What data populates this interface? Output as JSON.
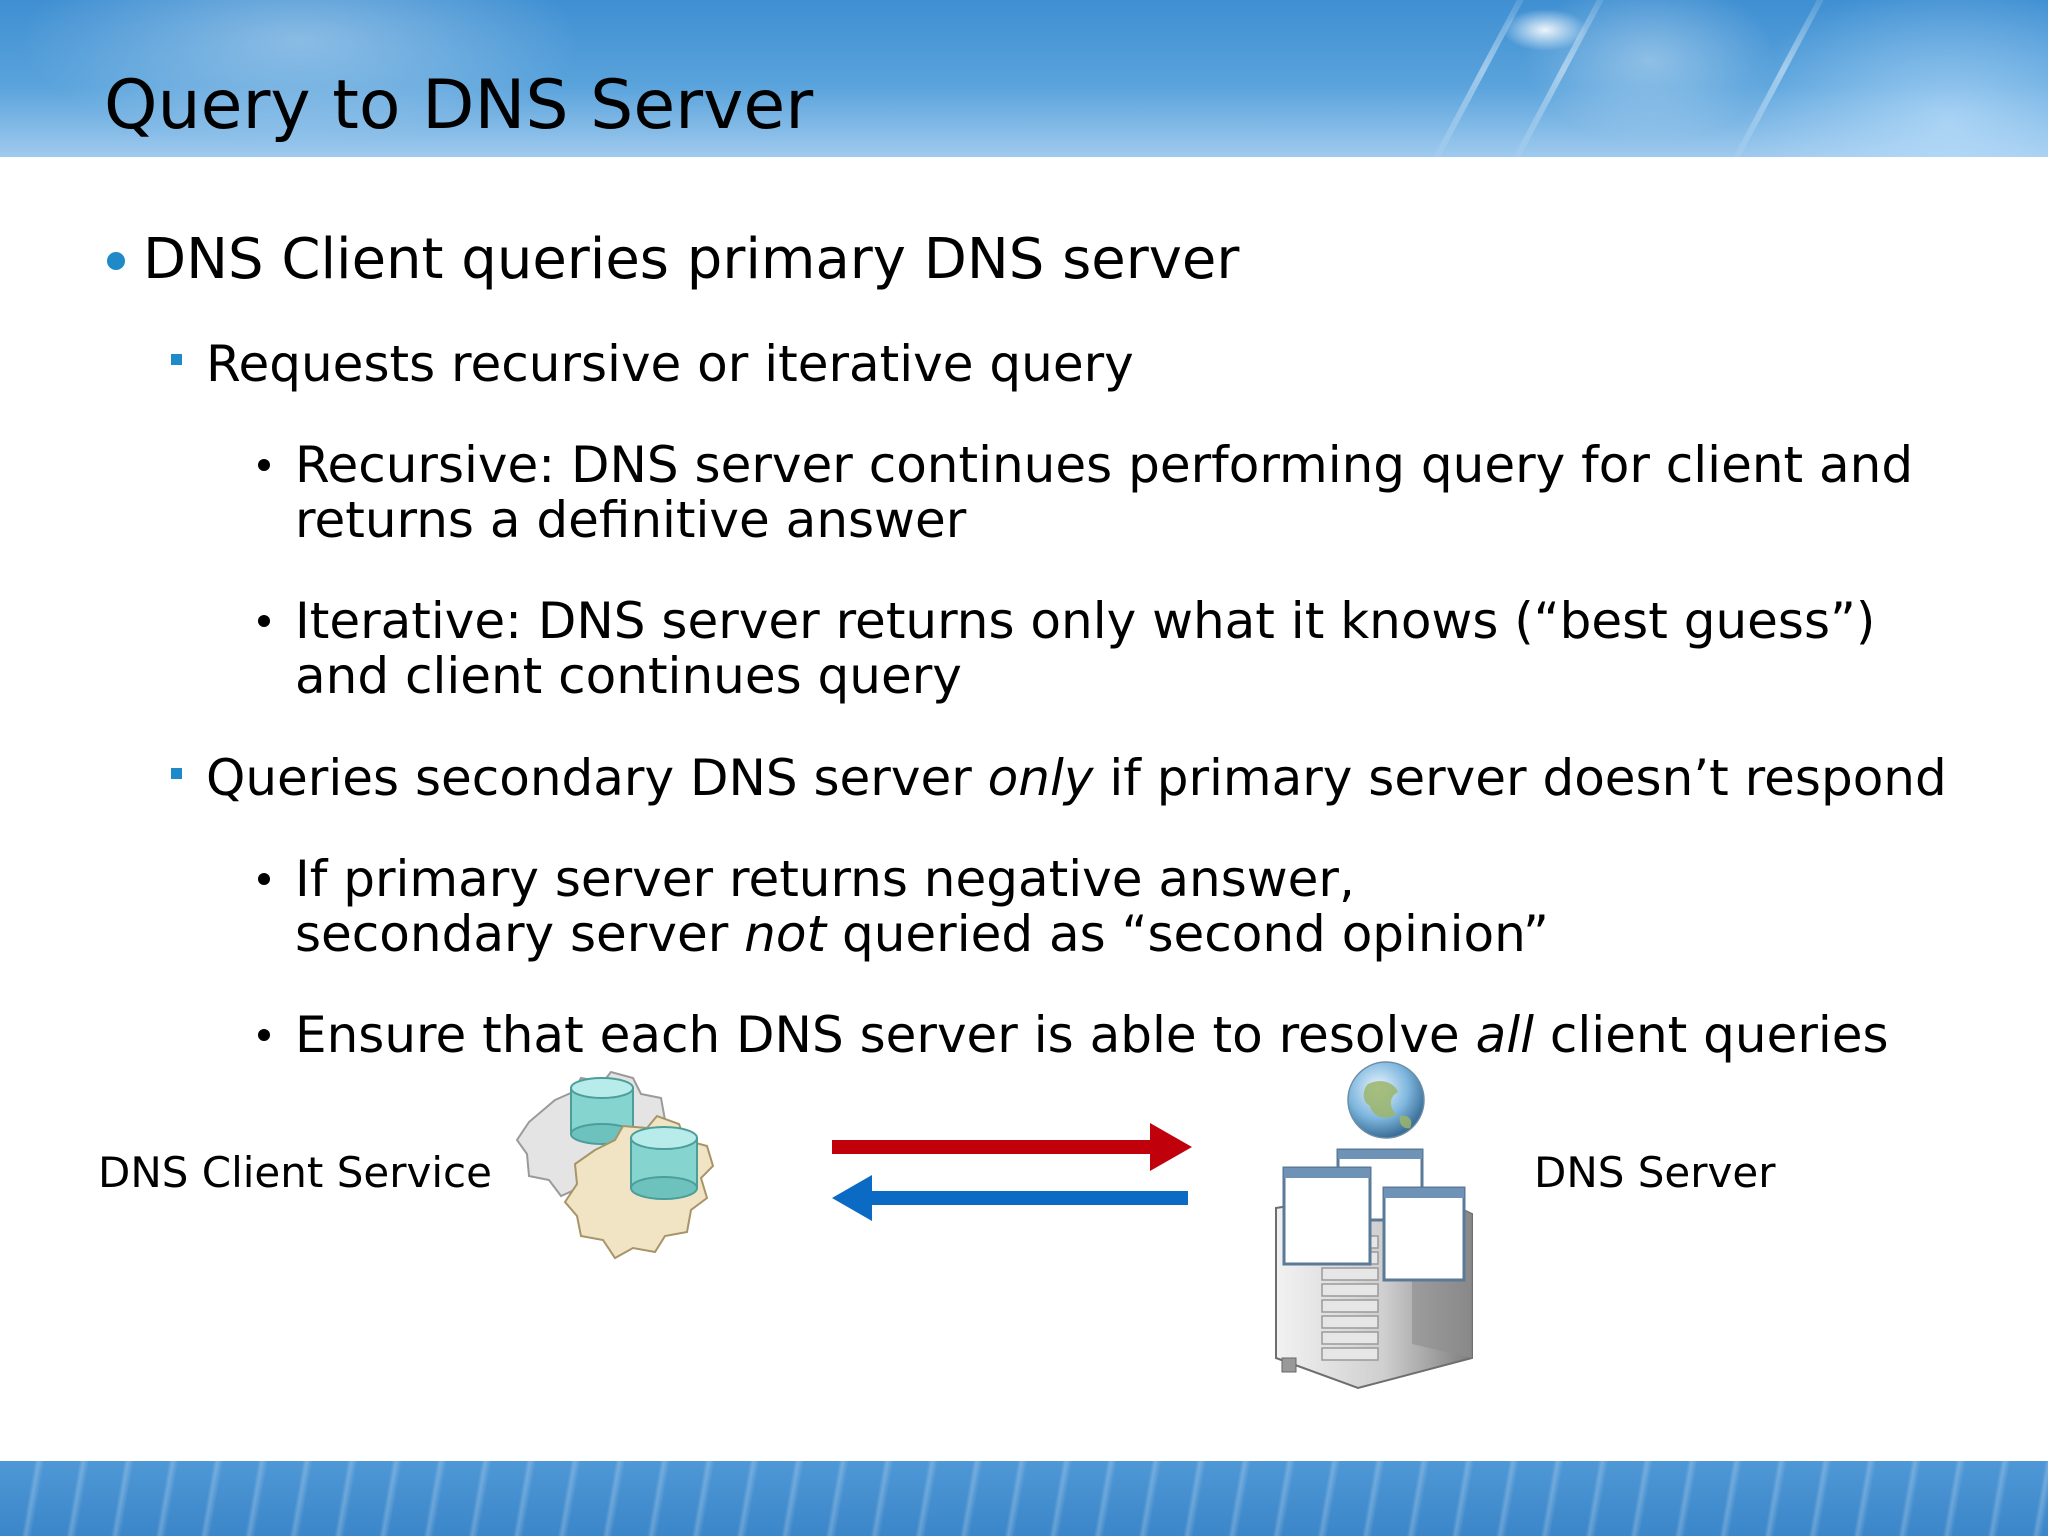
{
  "slide": {
    "title": "Query to DNS Server",
    "bullets": {
      "b1": "DNS Client queries primary DNS server",
      "b1_1": "Requests recursive or iterative query",
      "b1_1_1": {
        "line1": "Recursive: DNS server continues performing query for client and",
        "line2": "returns a definitive answer"
      },
      "b1_1_2": {
        "line1": "Iterative: DNS server returns only what it knows (“best guess”)",
        "line2": "and client continues query"
      },
      "b1_2": {
        "pre": "Queries secondary DNS server ",
        "em": "only",
        "post": " if primary server doesn’t respond"
      },
      "b1_2_1": {
        "line1": "If primary server returns negative answer,",
        "pre": "secondary server ",
        "em": "not",
        "post": " queried as “second opinion”"
      },
      "b1_2_2": {
        "pre": "Ensure that each DNS server is able to resolve ",
        "em": "all",
        "post": " client queries"
      }
    },
    "diagram": {
      "client_label": "DNS Client Service",
      "server_label": "DNS Server",
      "client_icon": "gears-database-icon",
      "server_icon": "server-globe-icon",
      "request_arrow_color": "#c0000b",
      "response_arrow_color": "#0a6ac4"
    },
    "colors": {
      "bullet_accent": "#1e8ac8",
      "header_band": "#4a96d6"
    }
  }
}
